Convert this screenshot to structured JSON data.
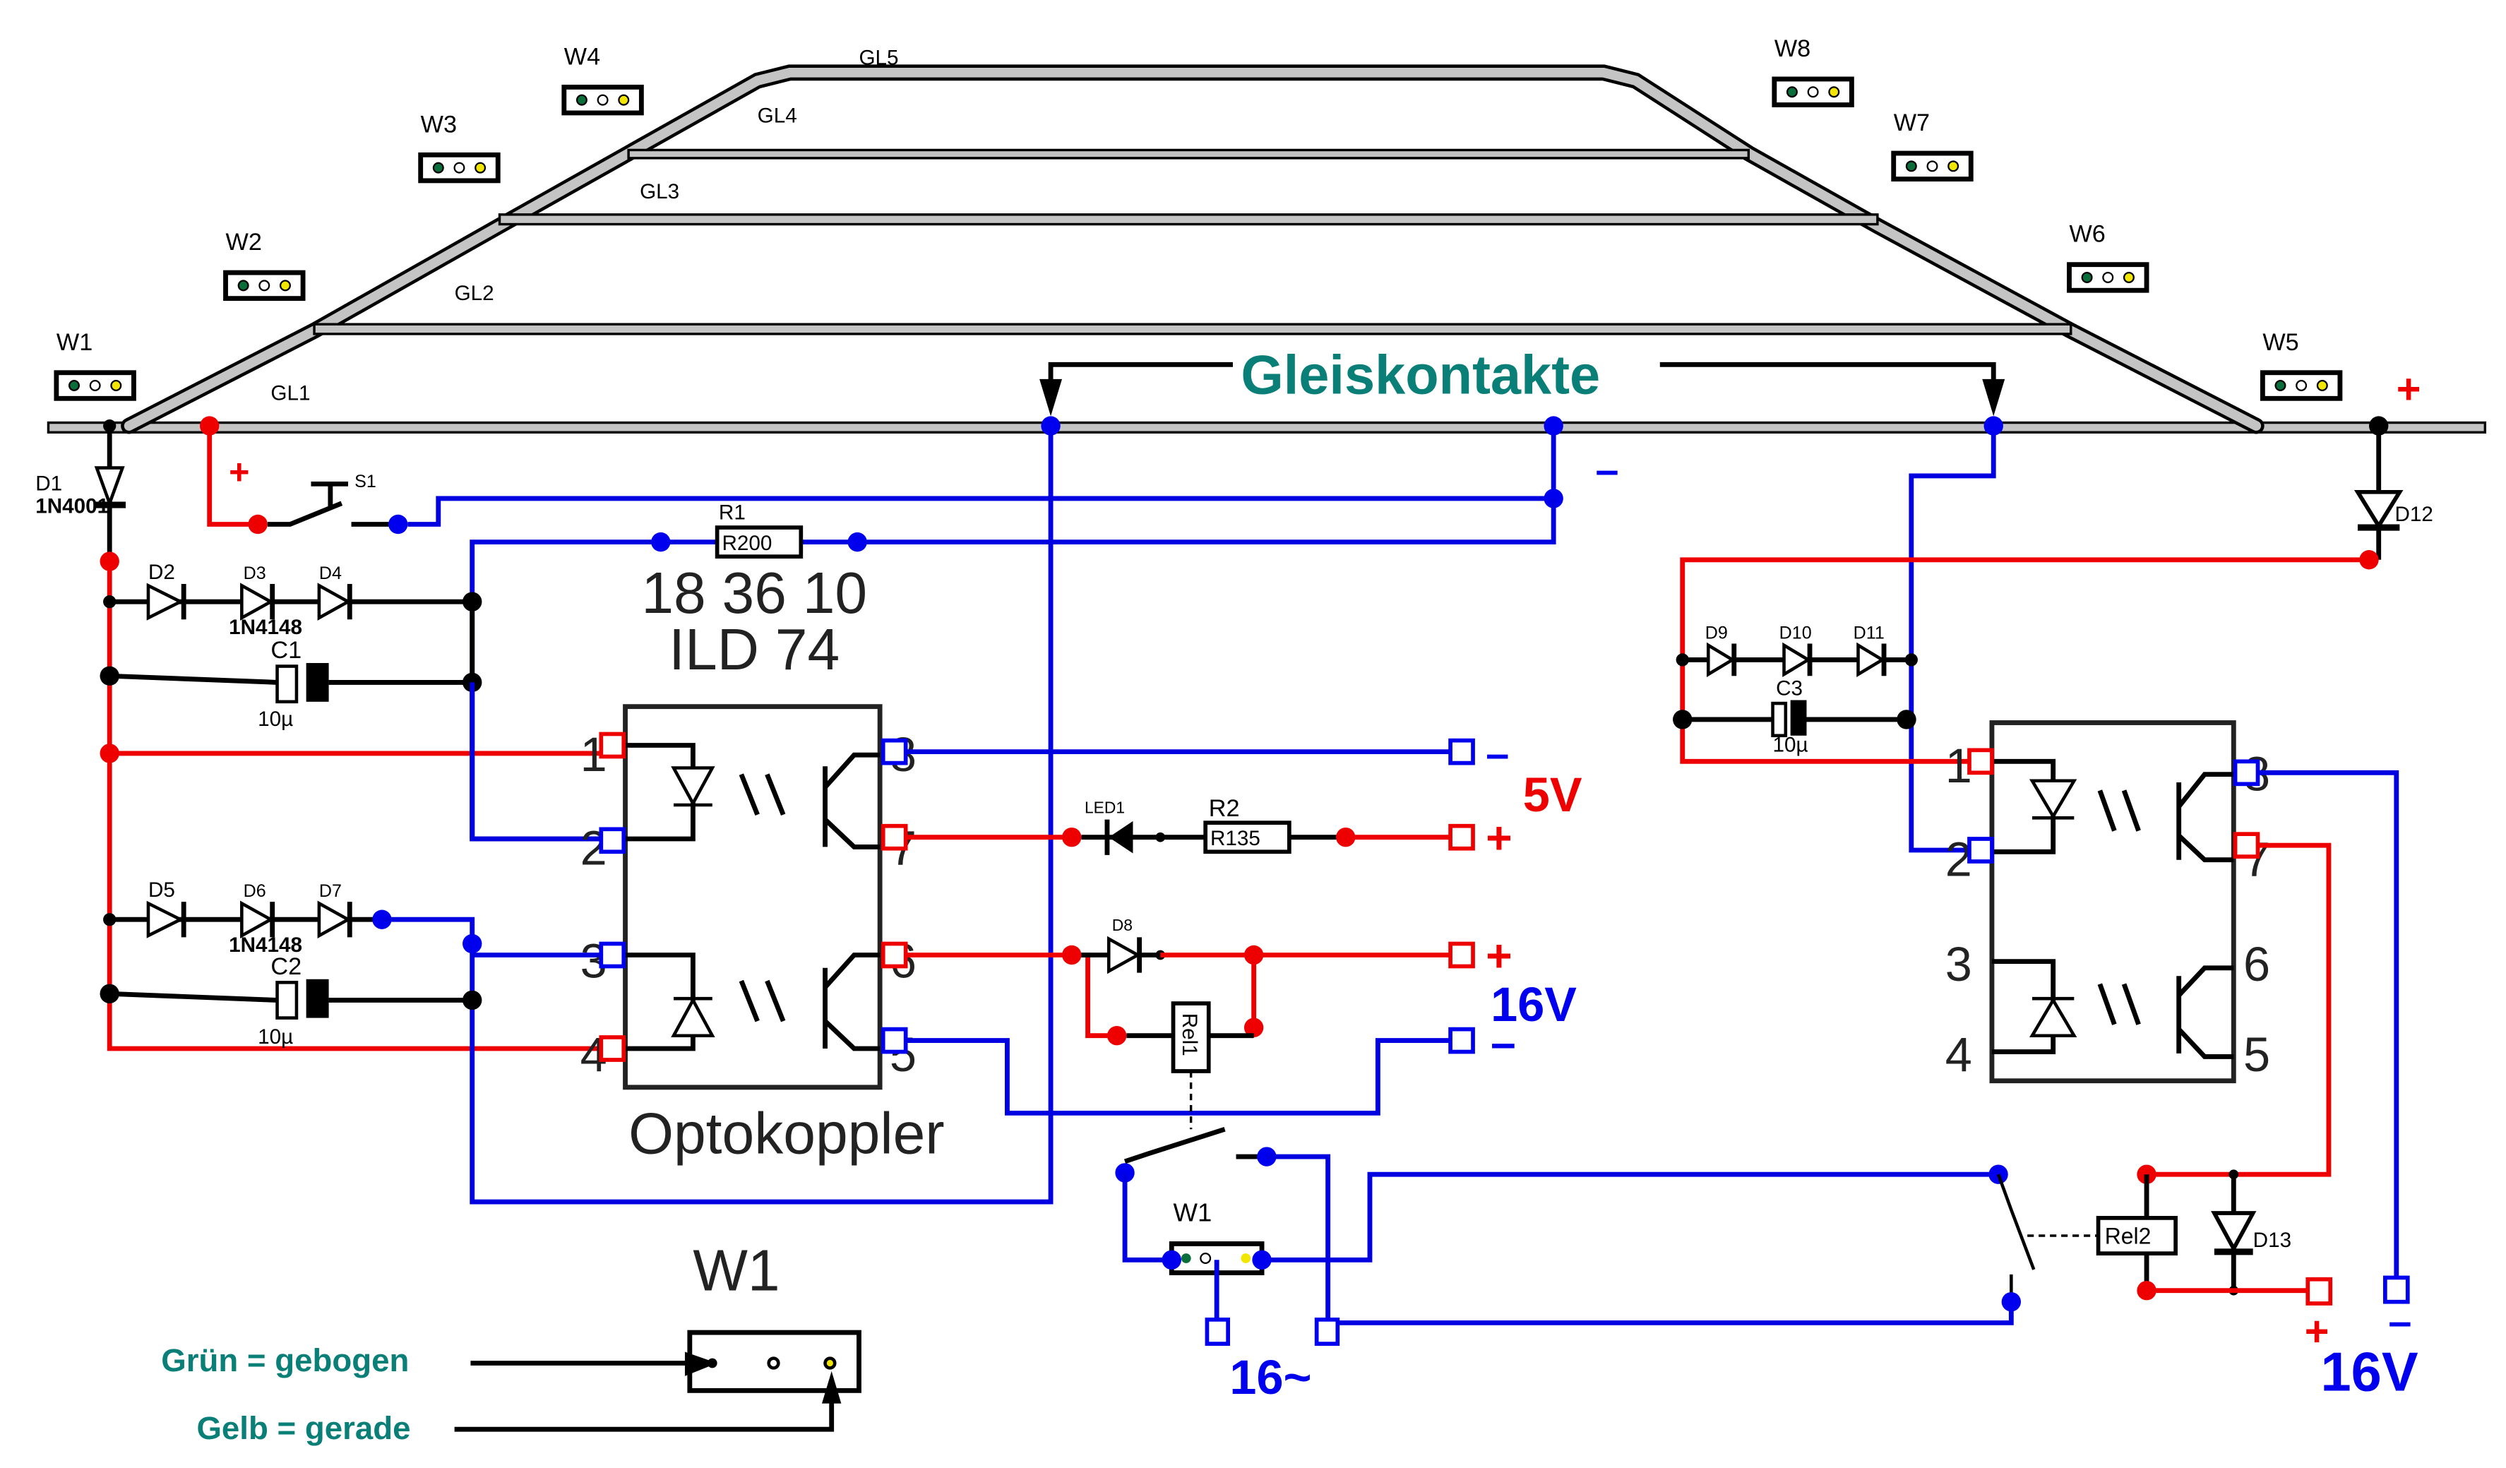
{
  "title": "Gleiskontakte",
  "colors": {
    "plus": "#e00000",
    "minus": "#0000e0",
    "teal": "#0a7f78",
    "signal_green": "#0a6e3a",
    "signal_yellow": "#f2e600"
  },
  "tracks": [
    "GL1",
    "GL2",
    "GL3",
    "GL4",
    "GL5"
  ],
  "switches": [
    "W1",
    "W2",
    "W3",
    "W4",
    "W5",
    "W6",
    "W7",
    "W8"
  ],
  "components": {
    "D1": {
      "name": "D1",
      "type": "1N4001"
    },
    "S1": "S1",
    "R1": {
      "name": "R1",
      "value": "R200"
    },
    "optocoupler_pins": "18 36 10",
    "optocoupler_type": "ILD 74",
    "optocoupler_label": "Optokoppler",
    "diodes_a": [
      "D2",
      "D3",
      "D4"
    ],
    "diodes_b": [
      "D5",
      "D6",
      "D7"
    ],
    "diodes_c": [
      "D9",
      "D10",
      "D11"
    ],
    "diode_type": "1N4148",
    "C1": {
      "name": "C1",
      "value": "10µ"
    },
    "C2": {
      "name": "C2",
      "value": "10µ"
    },
    "C3": {
      "name": "C3",
      "value": "10µ"
    },
    "LED1": "LED1",
    "R2": {
      "name": "R2",
      "value": "R135"
    },
    "D8": "D8",
    "Rel1": "Rel1",
    "Rel2": "Rel2",
    "D12": "D12",
    "D13": "D13",
    "W1_small": "W1"
  },
  "pins_left": [
    "1",
    "2",
    "3",
    "4"
  ],
  "pins_right": [
    "8",
    "7",
    "6",
    "5"
  ],
  "supplies": {
    "plus": "+",
    "minus": "–",
    "v5": "5V",
    "v16": "16V",
    "v16ac": "16~",
    "v16_right": "16V"
  },
  "legend": {
    "title": "W1",
    "green": "Grün = gebogen",
    "yellow": "Gelb = gerade"
  }
}
